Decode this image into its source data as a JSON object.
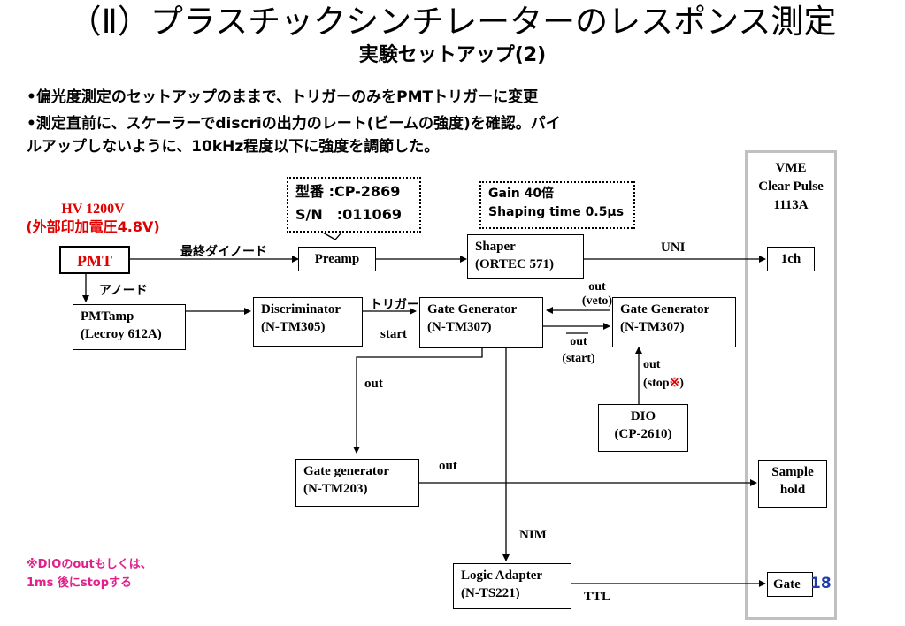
{
  "slide": {
    "title": "（Ⅱ）プラスチックシンチレーターのレスポンス測定",
    "subtitle": "実験セットアップ(2)",
    "bullets": [
      "•偏光度測定のセットアップのままで、トリガーのみをPMTトリガーに変更",
      "•測定直前に、スケーラーでdiscriの出力のレート(ビームの強度)を確認。パイ",
      "ルアップしないように、10kHz程度以下に強度を調節した。"
    ],
    "page_number": "18"
  },
  "hv": {
    "line1": "HV 1200V",
    "line2": "(外部印加電圧4.8V)"
  },
  "vme": {
    "line1": "VME",
    "line2": "Clear Pulse",
    "line3": "1113A"
  },
  "preamp_note": {
    "line1": "型番 :CP-2869",
    "line2": "S/N　:011069"
  },
  "shaper_note": {
    "line1": "Gain 40倍",
    "line2": "Shaping time 0.5μs"
  },
  "boxes": {
    "pmt": "PMT",
    "preamp": "Preamp",
    "shaper_1": "Shaper",
    "shaper_2": "(ORTEC 571)",
    "ch1": "1ch",
    "pmtamp_1": "PMTamp",
    "pmtamp_2": "(Lecroy 612A)",
    "disc_1": "Discriminator",
    "disc_2": "(N-TM305)",
    "gg1_1": "Gate Generator",
    "gg1_2": "(N-TM307)",
    "gg2_1": "Gate Generator",
    "gg2_2": "(N-TM307)",
    "dio_1": "DIO",
    "dio_2": "(CP-2610)",
    "gg3_1": "Gate generator",
    "gg3_2": "(N-TM203)",
    "sample_1": "Sample",
    "sample_2": "hold",
    "logic_1": "Logic Adapter",
    "logic_2": "(N-TS221)",
    "gate": "Gate"
  },
  "labels": {
    "last_dynode": "最終ダイノード",
    "uni": "UNI",
    "anode": "アノード",
    "trigger": "トリガー",
    "start": "start",
    "out_veto_1": "out",
    "out_veto_2": "(veto)",
    "out_start_1": "out",
    "out_start_2": "(start)",
    "out_stop_1": "out",
    "out_stop_2a": "(stop",
    "out_stop_mark": "※",
    "out_stop_2b": ")",
    "out_left": "out",
    "out_gg3": "out",
    "nim": "NIM",
    "ttl": "TTL"
  },
  "footnote": {
    "line1": "※DIOのoutもしくは、",
    "line2": "1ms 後にstopする"
  },
  "colors": {
    "highlight": "#e00000",
    "footnote": "#e0218a",
    "page_number": "#1f3ca8",
    "frame": "#c0c0c0"
  }
}
